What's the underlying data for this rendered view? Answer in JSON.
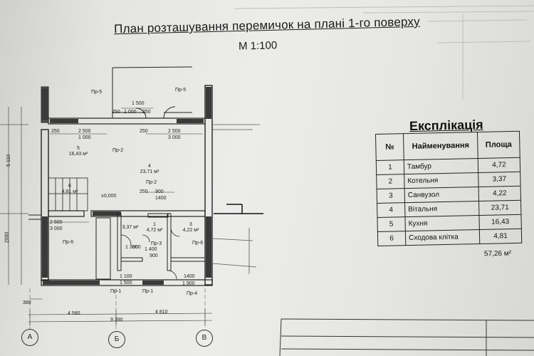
{
  "title": "План розташування перемичок на плані 1-го поверху",
  "scale": "М 1:100",
  "explication": {
    "title": "Експлікація",
    "headers": [
      "№",
      "Найменування",
      "Площа"
    ],
    "rows": [
      {
        "n": "1",
        "name": "Тамбур",
        "area": "4,72"
      },
      {
        "n": "2",
        "name": "Котельня",
        "area": "3,37"
      },
      {
        "n": "3",
        "name": "Санвузол",
        "area": "4,22"
      },
      {
        "n": "4",
        "name": "Вітальня",
        "area": "23,71"
      },
      {
        "n": "5",
        "name": "Кухня",
        "area": "16,43"
      },
      {
        "n": "6",
        "name": "Сходова клітка",
        "area": "4,81"
      }
    ],
    "total": "57,26 м²"
  },
  "plan": {
    "rooms": {
      "r5": {
        "num": "5",
        "area": "16,43 м²"
      },
      "r4": {
        "num": "4",
        "area": "23,71 м²"
      },
      "r6": {
        "num": "6",
        "area": "4,81 м²"
      },
      "r1": {
        "num": "1",
        "area": "4,72 м²"
      },
      "r2": {
        "area": "3,37 м²"
      },
      "r3": {
        "num": "3",
        "area": "4,22 м²"
      }
    },
    "labels": {
      "pr5a": "Пр-5",
      "pr5b": "Пр-5",
      "pr2a": "Пр-2",
      "pr2b": "Пр-2",
      "pr6a": "Пр-6",
      "pr6b": "Пр-6",
      "pr3": "Пр-3",
      "pr1a": "Пр-1",
      "pr1b": "Пр-1",
      "pr4": "Пр-4",
      "d1500": "1 500",
      "d250a": "250",
      "d1000a": "1 000",
      "d250b": "250",
      "d2500a": "2 500",
      "d1000b": "1 000",
      "d2500b": "2 500",
      "d3000a": "3 000",
      "d250c": "250",
      "d250d": "250",
      "d900a": "900",
      "d1400a": "1400",
      "d250e": "250",
      "d2500c": "2 500",
      "d3000b": "3 000",
      "zero": "±0,000",
      "d1400b": "1 400",
      "d900b": "900",
      "d1100": "1 100",
      "d1500b": "1 500",
      "d1400c": "1400",
      "d1900": "1 900",
      "d4580": "4 580",
      "d4810": "4 810",
      "d9390": "9 390",
      "d380": "380",
      "d5110": "5 110",
      "d2090": "2090",
      "d1300": "1 300",
      "d800": "800"
    },
    "axes": {
      "a": "А",
      "b": "Б",
      "c": "В"
    }
  },
  "colors": {
    "ink": "#222222",
    "paper": "#e8e8e5"
  }
}
